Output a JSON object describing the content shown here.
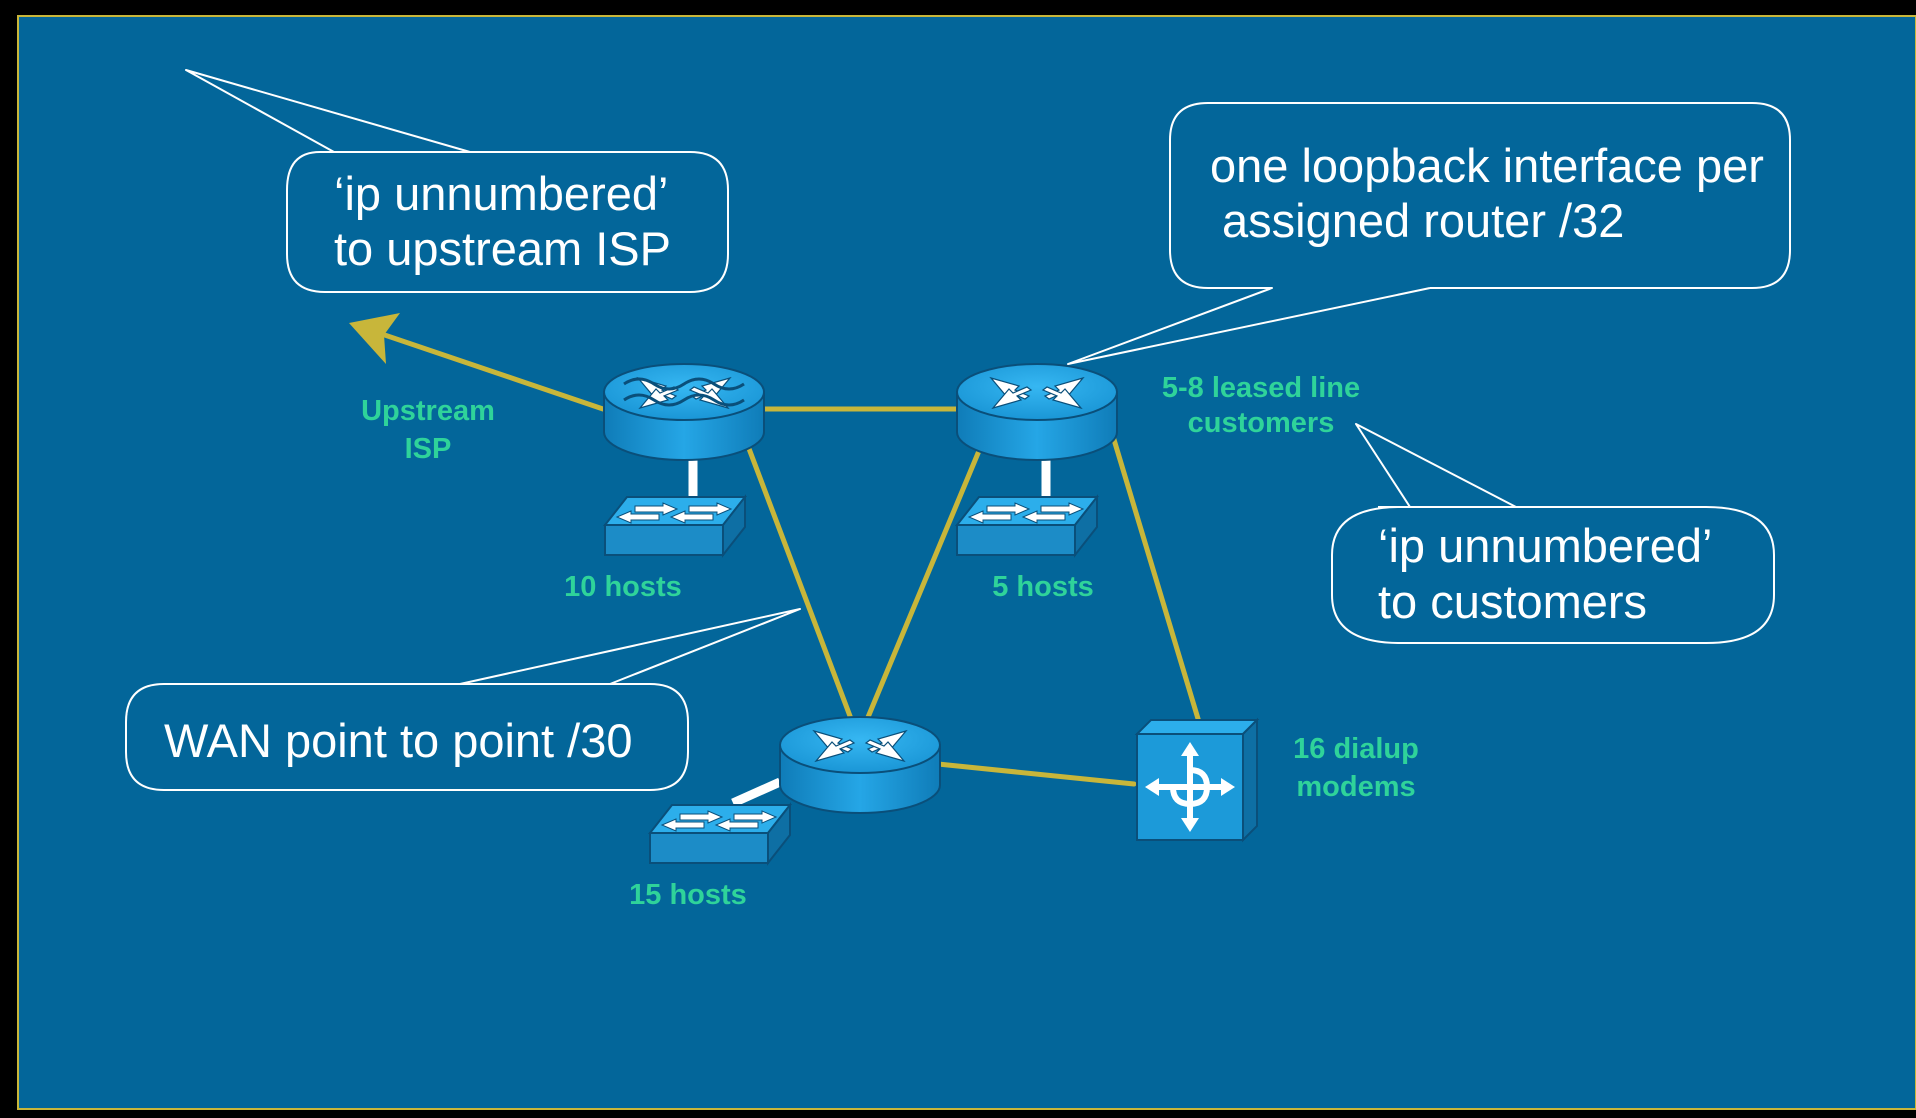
{
  "colors": {
    "background": "#03669A",
    "frame_border": "#C8B63A",
    "link": "#C8B63A",
    "device_blue": "#1C9AD9",
    "label_green": "#2FD39A",
    "callout_text": "#FFFFFF"
  },
  "callouts": {
    "upstream": {
      "line1": "‘ip unnumbered’",
      "line2": "to upstream ISP"
    },
    "loopback": {
      "line1": "one loopback interface per",
      "line2": "assigned router /32"
    },
    "customers": {
      "line1": "‘ip unnumbered’",
      "line2": "to customers"
    },
    "wan": {
      "line1": "WAN point to point /30"
    }
  },
  "labels": {
    "upstream_isp": {
      "line1": "Upstream",
      "line2": "ISP"
    },
    "hosts_10": "10 hosts",
    "hosts_5": "5 hosts",
    "hosts_15": "15 hosts",
    "leased_line": {
      "line1": "5-8 leased line",
      "line2": "customers"
    },
    "dialup": {
      "line1": "16 dialup",
      "line2": "modems"
    }
  },
  "icons": {
    "router_upstream": "router-icon",
    "router_right": "router-icon",
    "router_bottom": "router-icon",
    "switches": "workgroup-switch-icon",
    "access_server": "access-server-icon"
  }
}
